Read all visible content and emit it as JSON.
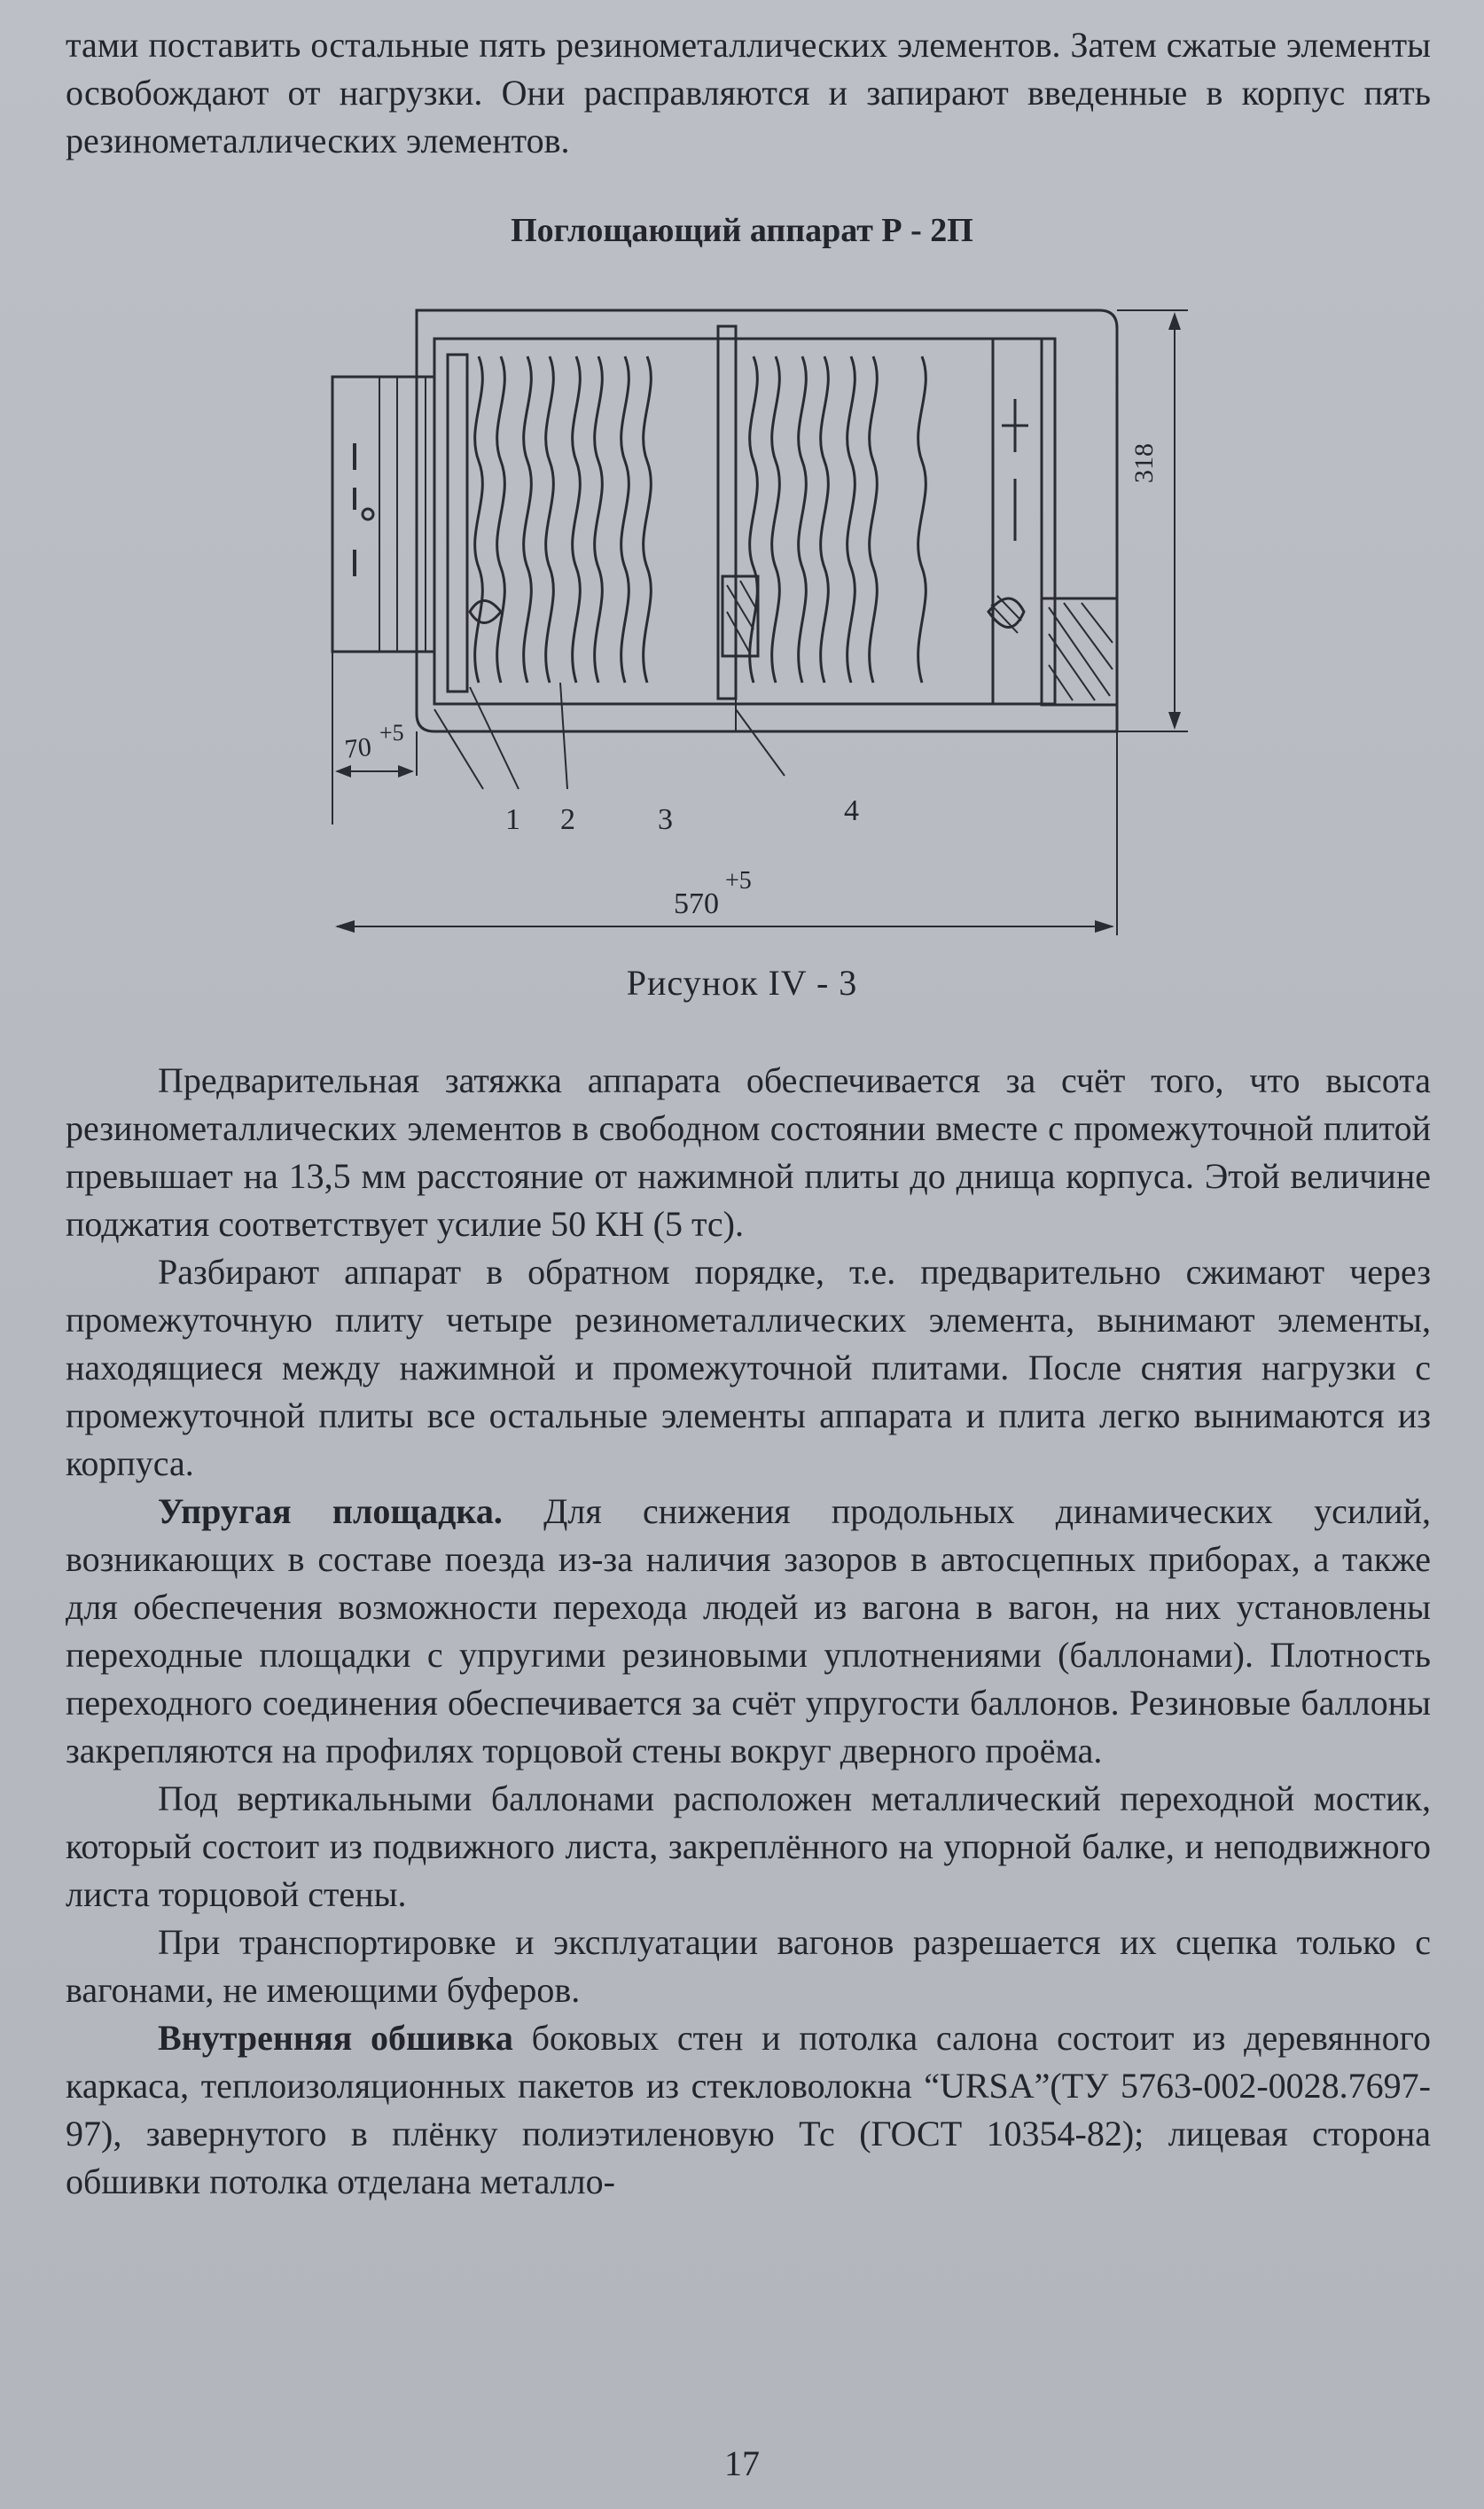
{
  "intro_paragraph": "тами поставить остальные пять резинометаллических элементов. Затем сжатые элементы освобождают от нагрузки. Они расправляются и запирают введенные в корпус пять резинометаллических элементов.",
  "figure": {
    "title": "Поглощающий аппарат Р - 2П",
    "caption": "Рисунок IV - 3",
    "dim_height": "318",
    "dim_offset_value": "70",
    "dim_offset_tol": "+5",
    "dim_length_value": "570",
    "dim_length_tol": "+5",
    "callouts": [
      "1",
      "2",
      "3",
      "4"
    ]
  },
  "paragraphs": [
    {
      "lead": "",
      "text": "Предварительная затяжка аппарата обеспечивается за счёт того, что высота резинометаллических элементов в свободном состоянии вместе с промежуточной плитой превышает на 13,5 мм расстояние от нажимной плиты до днища корпуса. Этой величине поджатия соответствует усилие 50 КН (5 тс)."
    },
    {
      "lead": "",
      "text": "Разбирают аппарат в обратном порядке, т.е. предварительно сжимают через промежуточную плиту четыре резинометаллических элемента, вынимают элементы, находящиеся между нажимной и промежуточной плитами. После снятия нагрузки с промежуточной плиты все остальные элементы аппарата и плита легко вынимаются из корпуса."
    },
    {
      "lead": "Упругая площадка.",
      "text": " Для снижения продольных динамических усилий, возникающих в составе поезда из-за наличия зазоров в автосцепных приборах, а также для обеспечения возможности перехода людей из вагона в вагон, на них установлены переходные площадки с упругими резиновыми уплотнениями (баллонами). Плотность переходного соединения обеспечивается за счёт упругости баллонов. Резиновые баллоны закрепляются на профилях торцовой стены вокруг дверного проёма."
    },
    {
      "lead": "",
      "text": "Под вертикальными баллонами расположен металлический переходной мостик, который состоит из подвижного листа, закреплённого на упорной балке, и неподвижного листа торцовой стены."
    },
    {
      "lead": "",
      "text": "При транспортировке и эксплуатации вагонов разрешается их сцепка только с вагонами, не имеющими буферов."
    },
    {
      "lead": "Внутренняя обшивка",
      "text": "   боковых стен и потолка салона состоит из деревянного каркаса, теплоизоляционных пакетов из стекловолокна “URSA”(ТУ 5763-002-0028.7697-97), завернутого в плёнку полиэтиленовую Тс (ГОСТ 10354-82); лицевая сторона обшивки потолка отделана металло-"
    }
  ],
  "page_number": "17"
}
